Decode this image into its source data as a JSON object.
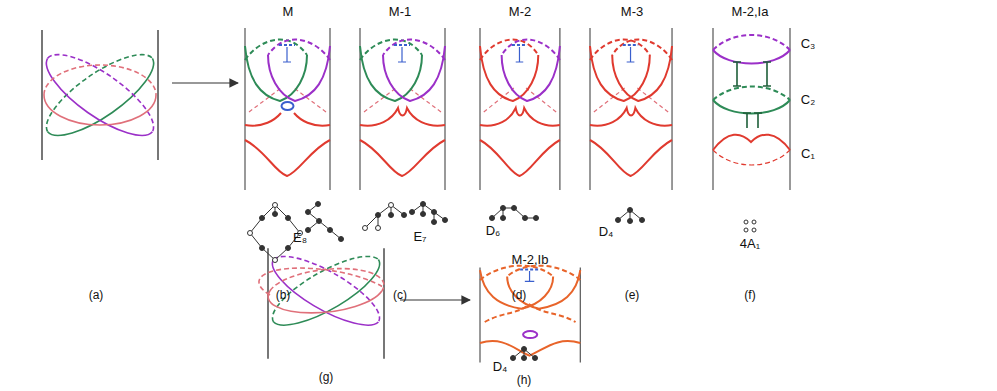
{
  "diagram": {
    "labels": [
      "M",
      "M-1",
      "M-2",
      "M-3",
      "M-2,Ia",
      "E₈",
      "E₇",
      "D₆",
      "D₄",
      "4A₁",
      "C₃",
      "C₂",
      "C₁",
      "(a)",
      "(b)",
      "(c)",
      "(d)",
      "(e)",
      "(f)",
      "M-2,Ib",
      "(g)",
      "D₄",
      "(h)"
    ]
  }
}
